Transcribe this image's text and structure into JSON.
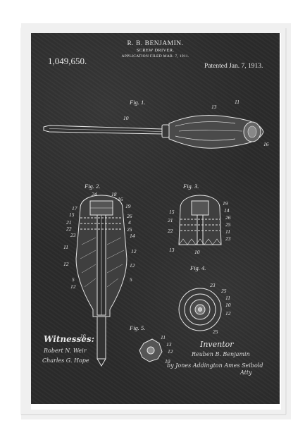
{
  "patent": {
    "inventor_name": "R. B. BENJAMIN.",
    "invention": "SCREW DRIVER.",
    "application": "APPLICATION FILED MAR. 7, 1911.",
    "number": "1,049,650.",
    "date": "Patented Jan. 7, 1913."
  },
  "figures": [
    {
      "id": "fig1",
      "label": "Fig. 1."
    },
    {
      "id": "fig2",
      "label": "Fig. 2."
    },
    {
      "id": "fig3",
      "label": "Fig. 3."
    },
    {
      "id": "fig4",
      "label": "Fig. 4."
    },
    {
      "id": "fig5",
      "label": "Fig. 5."
    }
  ],
  "reference_numbers": {
    "fig1": [
      "13",
      "11",
      "10",
      "16"
    ],
    "fig2_top": [
      "24",
      "18",
      "16",
      "19",
      "26",
      "4",
      "25"
    ],
    "fig2_left": [
      "17",
      "15",
      "21",
      "22",
      "23",
      "11",
      "12",
      "5",
      "12",
      "10"
    ],
    "fig2_right": [
      "14",
      "12",
      "12",
      "5"
    ],
    "fig3": [
      "15",
      "21",
      "22",
      "13",
      "10",
      "19",
      "14",
      "26",
      "25",
      "11",
      "23"
    ],
    "fig4": [
      "23",
      "25",
      "11",
      "10",
      "12",
      "25"
    ],
    "fig5": [
      "11",
      "13",
      "12",
      "10"
    ]
  },
  "signatures": {
    "witnesses_label": "Witnesses:",
    "witness_1": "Robert N. Weir",
    "witness_2": "Charles G. Hope",
    "inventor_label": "Inventor",
    "inventor_signature": "Reuben B. Benjamin",
    "attorneys": "by Jones Addington Ames Seibold",
    "attorneys_suffix": "Atty"
  },
  "colors": {
    "background": "#ffffff",
    "frame": "#f4f4f4",
    "chalkboard": "#2b2b2b",
    "ink": "#e8e8e8"
  }
}
